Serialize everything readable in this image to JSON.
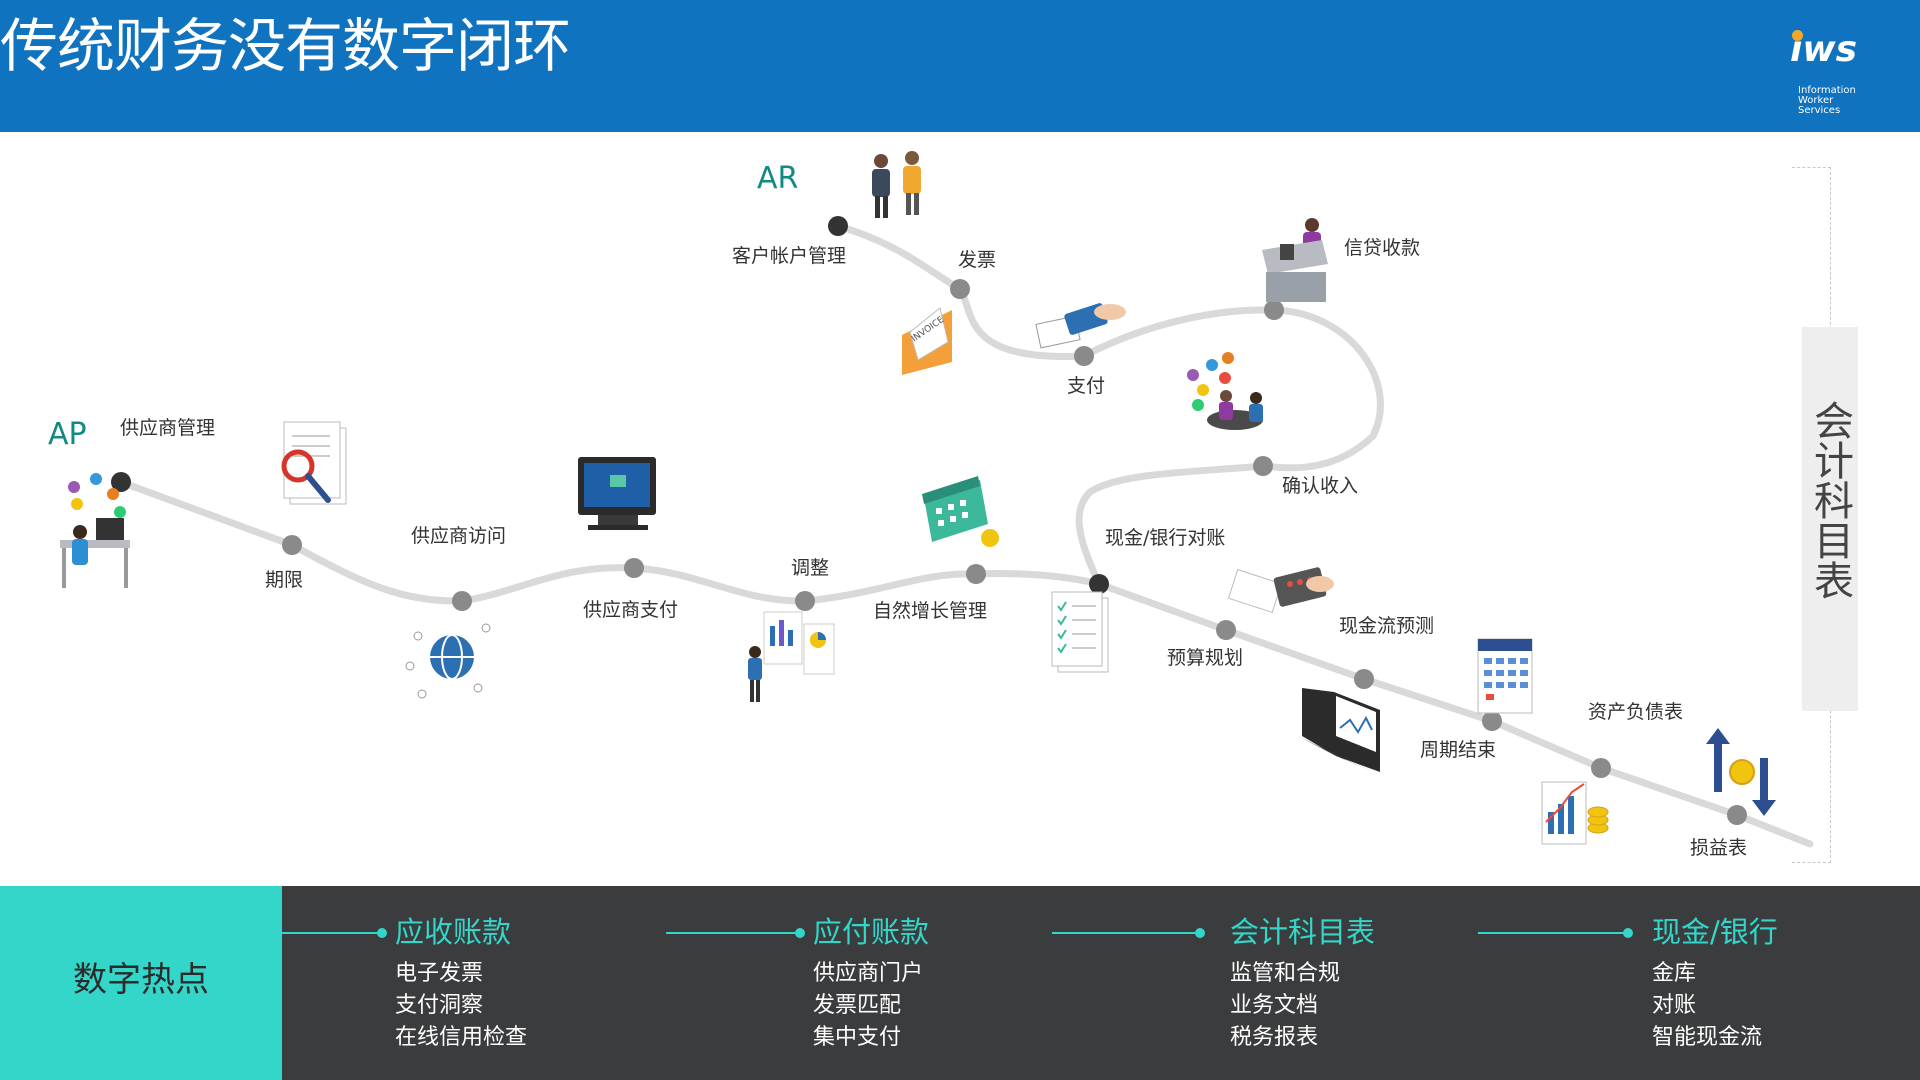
{
  "header": {
    "title": "传统财务没有数字闭环",
    "logo": {
      "mark": "iws",
      "lines": [
        "Information",
        "Worker",
        "Services"
      ]
    }
  },
  "diagram": {
    "lanes": {
      "ar": "AR",
      "ap": "AP"
    },
    "nodes": {
      "customer_account": "客户帐户管理",
      "invoice": "发票",
      "payment": "支付",
      "credit_collection": "信贷收款",
      "revenue_recognition": "确认收入",
      "supplier_management": "供应商管理",
      "deadline": "期限",
      "supplier_access": "供应商访问",
      "supplier_payment": "供应商支付",
      "adjustment": "调整",
      "organic_growth": "自然增长管理",
      "cash_reconciliation": "现金/银行对账",
      "budget_planning": "预算规划",
      "cashflow_forecast": "现金流预测",
      "period_close": "周期结束",
      "balance_sheet": "资产负债表",
      "income_statement": "损益表"
    },
    "illustration_text": {
      "invoice_envelope": "INVOICE"
    },
    "side_panel": {
      "title": "会计科目表"
    }
  },
  "footer": {
    "tag": "数字热点",
    "columns": [
      {
        "title": "应收账款",
        "items": [
          "电子发票",
          "支付洞察",
          "在线信用检查"
        ]
      },
      {
        "title": "应付账款",
        "items": [
          "供应商门户",
          "发票匹配",
          "集中支付"
        ]
      },
      {
        "title": "会计科目表",
        "items": [
          "监管和合规",
          "业务文档",
          "税务报表"
        ]
      },
      {
        "title": "现金/银行",
        "items": [
          "金库",
          "对账",
          "智能现金流"
        ]
      }
    ]
  },
  "colors": {
    "header_blue": "#1073bf",
    "accent_teal": "#33d6c9",
    "lane_label_teal": "#128a82",
    "footer_dark": "#3b3c3e",
    "path_gray": "#d9d9d9",
    "node_gray": "#8a8a8a",
    "node_dark": "#333333"
  }
}
